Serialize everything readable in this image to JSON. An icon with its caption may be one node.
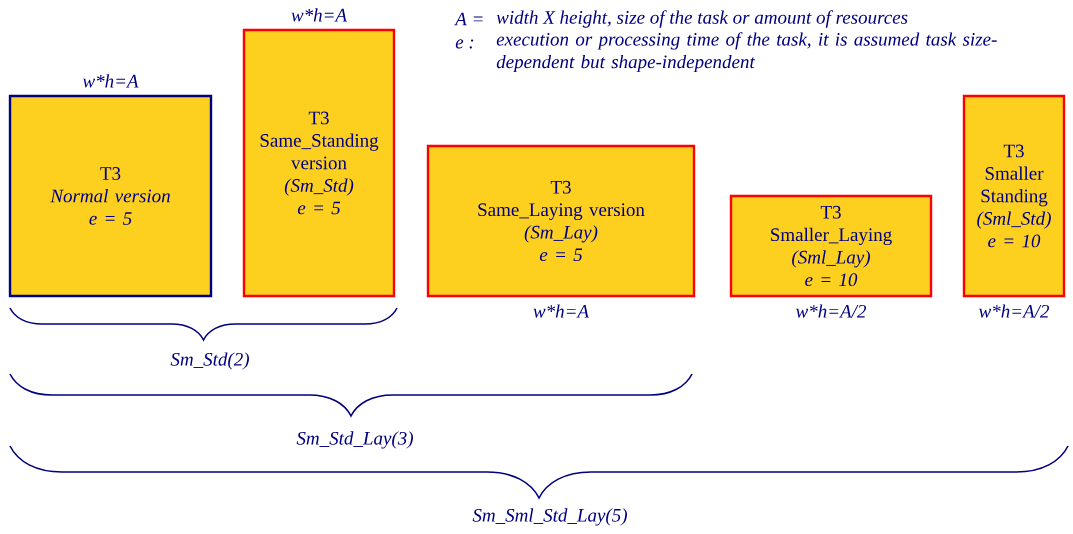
{
  "diagram": {
    "nodes": [
      {
        "text": [
          "T3",
          "Normal version",
          "e = 5"
        ],
        "beside": [
          "w*h=A"
        ]
      },
      {
        "text": [
          "T3",
          "Same_Standing version",
          "(Sm_Std)",
          "e = 5"
        ],
        "beside": [
          "w*h=A"
        ]
      },
      {
        "text": [
          "T3",
          "Same_Laying version",
          "(Sm_Lay)",
          "e = 5"
        ],
        "beside": [
          "w*h=A"
        ]
      },
      {
        "text": [
          "T3",
          "Smaller_Laying",
          "(Sml_Lay)",
          "e = 10"
        ],
        "beside": [
          "w*h=A/2"
        ]
      },
      {
        "text": [
          "T3",
          "Smaller Standing",
          "(Sml_Std)",
          "e = 10"
        ],
        "beside": [
          "w*h=A/2"
        ]
      }
    ],
    "edges": [],
    "labels": [
      "A =",
      "width X height, size of the task or amount of resources",
      "e :",
      "execution or processing time of the task, it is assumed task size-dependent but shape-independent",
      "Sm_Std(2)",
      "Sm_Std_Lay(3)",
      "Sm_Sml_Std_Lay(5)"
    ]
  }
}
